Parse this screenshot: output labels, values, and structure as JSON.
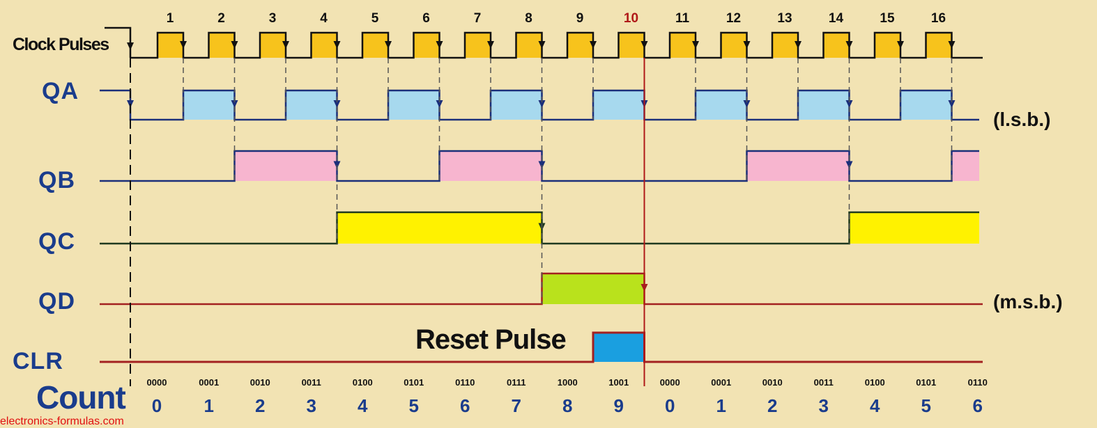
{
  "clock": {
    "label": "Clock Pulses",
    "pulse_numbers": [
      "1",
      "2",
      "3",
      "4",
      "5",
      "6",
      "7",
      "8",
      "9",
      "10",
      "11",
      "12",
      "13",
      "14",
      "15",
      "16"
    ],
    "highlight_pulse": "10",
    "fill_color": "#f7c31c"
  },
  "signals": [
    {
      "id": "QA",
      "label": "QA",
      "bit_index": 3,
      "fill_color": "#a7d9ee",
      "line_color": "#1b2f7a",
      "note": "(l.s.b.)"
    },
    {
      "id": "QB",
      "label": "QB",
      "bit_index": 2,
      "fill_color": "#f7b5cf",
      "line_color": "#1b2f7a",
      "note": ""
    },
    {
      "id": "QC",
      "label": "QC",
      "bit_index": 1,
      "fill_color": "#fff200",
      "line_color": "#1f3a1f",
      "note": ""
    },
    {
      "id": "QD",
      "label": "QD",
      "bit_index": 0,
      "fill_color": "#b9e21c",
      "line_color": "#a32020",
      "note": "(m.s.b.)"
    }
  ],
  "clr": {
    "label": "CLR",
    "high_during_count_index": 9,
    "fill_color": "#1a9fe0",
    "line_color": "#a32020",
    "annotation": "Reset Pulse"
  },
  "count": {
    "label": "Count",
    "binary": [
      "0000",
      "0001",
      "0010",
      "0011",
      "0100",
      "0101",
      "0110",
      "0111",
      "1000",
      "1001",
      "0000",
      "0001",
      "0010",
      "0011",
      "0100",
      "0101",
      "0110"
    ],
    "decimal": [
      "0",
      "1",
      "2",
      "3",
      "4",
      "5",
      "6",
      "7",
      "8",
      "9",
      "0",
      "1",
      "2",
      "3",
      "4",
      "5",
      "6"
    ]
  },
  "reset_line_color": "#b01818",
  "watermark": "electronics-formulas.com"
}
